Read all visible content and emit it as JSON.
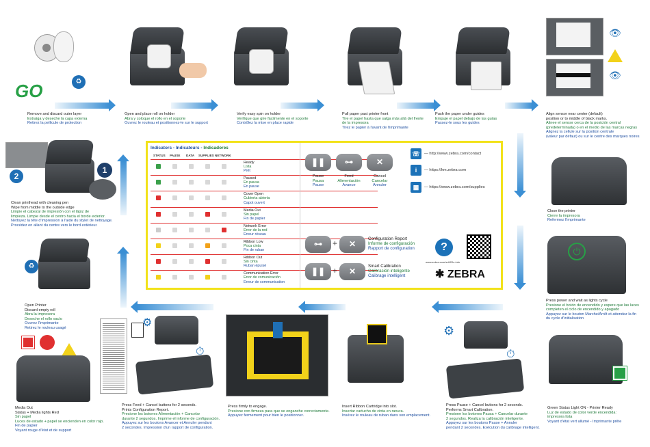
{
  "go_label": "GO",
  "steps": {
    "s1": {
      "en": "Remove and discard outer layer",
      "es": "Extraiga y deseche la capa externa",
      "fr": "Retirez la pellicule de protection"
    },
    "s2": {
      "en": "Open and place roll on holder",
      "es": "Abra y coloque el rollo en el soporte",
      "fr": "Ouvrez le rouleau et positionnez-le sur le support"
    },
    "s3": {
      "en": "Verify easy spin on holder",
      "es": "Verifique que gire fácilmente en el soporte",
      "fr": "Contrôlez la mise en place rapide"
    },
    "s4": {
      "en": "Pull paper past printer front",
      "es": "Tire el papel hasta que salga más allá del frente",
      "es2": "de la impresora",
      "fr": "Tirez le papier à l'avant de l'imprimante"
    },
    "s5": {
      "en": "Push the paper under guides",
      "es": "Empuje el papel debajo de las guías",
      "fr": "Passez-le sous les guides"
    },
    "s6": {
      "en": "Align sensor near center (default)",
      "en2": "position or to middle of black marks.",
      "es": "Alinee el sensor cerca de la posición central",
      "es2": "(predeterminada) o en el medio de las marcas negras",
      "fr": "Alignez la cellule sur la position centrale",
      "fr2": "(valeur par défaut) ou sur le centre des marques noires"
    },
    "s7": {
      "en": "Close the printer",
      "es": "Cierre la impresora",
      "fr": "Refermez l'imprimante"
    },
    "s8": {
      "en": "Press power and wait as lights cycle",
      "es": "Presione el botón de encendido y espere que las luces",
      "es2": "completen el ciclo de encendido y apagado",
      "fr": "Appuyez sur le bouton Marche/Arrêt et attendez la fin",
      "fr2": "du cycle d'initialisation"
    },
    "s9": {
      "en": "Green Status Light ON - Printer Ready",
      "es": "Luz de estado de color verde encendida:",
      "es2": "impresora lista",
      "fr": "Voyant d'état vert allumé - Imprimante prête"
    },
    "s10": {
      "en": "Press Pause + Cancel buttons for 2 seconds.",
      "en2": "Performs Smart Calibration.",
      "es": "Presione los botones Pausa + Cancelar durante",
      "es2": "2 segundos. Realiza la calibración inteligente.",
      "fr": "Appuyez sur les boutons Pause + Annuler",
      "fr2": "pendant 2 secondes. Exécution du calibrage intelligent."
    },
    "s11": {
      "en": "Insert Ribbon Cartridge into slot.",
      "es": "Insertar cartucho de cinta en ranura.",
      "fr": "Insérez le rouleau de ruban dans son emplacement."
    },
    "s12": {
      "en": "Press firmly to engage.",
      "es": "Presione con firmeza para que se enganche correctamente.",
      "fr": "Appuyez fermement pour bien le positionner."
    },
    "s13": {
      "en": "Press Feed + Cancel buttons for 2 seconds.",
      "en2": "Prints Configuration Report.",
      "es": "Presione los botones Alimentación + Cancelar",
      "es2": "durante 2 segundos. Imprime el informe de configuración.",
      "fr": "Appuyez sur les boutons  Avancer et Annuler pendant",
      "fr2": "2 secondes. Impression d'un rapport de configuration."
    },
    "s14": {
      "en": "Media Out",
      "en2": "Status + Media lights Red",
      "es": "Sin papel",
      "es2": "Luces de estado + papel se encienden en color rojo.",
      "fr": "Fin de papier",
      "fr2": "Voyant rouge d'état et de support"
    },
    "s15": {
      "en": "Open Printer",
      "en2": "Discard empty roll",
      "es": "Abra la impresora",
      "es2": "Deseche el rollo vacío",
      "fr": "Ouvrez l'imprimante",
      "fr2": "Retirez le rouleau usagé"
    },
    "s16": {
      "en": "Clean printhead with cleaning pen",
      "en2": "Wipe from middle to the outside edge",
      "es": "Limpie el cabezal de impresión con el lápiz de",
      "es2": "limpieza. Limpie desde el centro hacia el borde exterior.",
      "fr": "Nettoyez la tête d'impression à l'aide du stylet de nettoyage.",
      "fr2": "Procédez en allant du centre vers le bord extérieur."
    }
  },
  "indicators": {
    "title_en": "Indicators",
    "title_fr": "Indicateurs",
    "title_es": "Indicadores",
    "headers": [
      "STATUS",
      "PAUSE",
      "DATA",
      "SUPPLIES",
      "NETWORK"
    ],
    "rows": [
      {
        "en": "Ready",
        "es": "Lista",
        "fr": "Prêt",
        "status_color": "#3aa04a"
      },
      {
        "en": "Paused",
        "es": "En pausa",
        "fr": "En pause",
        "status_color": "#3aa04a"
      },
      {
        "en": "Cover Open",
        "es": "Cubierta abierta",
        "fr": "Capot ouvert",
        "status_color": "#e03030"
      },
      {
        "en": "Media Out",
        "es": "Sin papel",
        "fr": "Fin de papier",
        "status_color": "#e03030"
      },
      {
        "en": "Network Error",
        "es": "Error de la red",
        "fr": "Erreur réseau",
        "status_color": "#cccccc"
      },
      {
        "en": "Ribbon Low",
        "es": "Poca cinta",
        "fr": "Fin de ruban",
        "status_color": "#f2d21a"
      },
      {
        "en": "Ribbon Out",
        "es": "Sin cinta",
        "fr": "Ruban épuisé",
        "status_color": "#e03030"
      },
      {
        "en": "Communication Error",
        "es": "Error de comunicación",
        "fr": "Erreur de communication",
        "status_color": "#f2d21a"
      }
    ]
  },
  "buttons": {
    "pause": {
      "en": "Pause",
      "es": "Pausa",
      "fr": "Pause"
    },
    "feed": {
      "en": "Feed",
      "es": "Alimentación",
      "fr": "Avance"
    },
    "cancel": {
      "en": "Cancel",
      "es": "Cancelar",
      "fr": "Annuler"
    }
  },
  "combos": {
    "config": {
      "en": "Configuration Report",
      "es": "Informe de configuración",
      "fr": "Rapport de configuration"
    },
    "calib": {
      "en": "Smart Calibration",
      "es": "Calibración inteligente",
      "fr": "Calibrage intelligent"
    }
  },
  "links": [
    "http://www.zebra.com/contact",
    "https://km.zebra.com",
    "https://www.zebra.com/supplies"
  ],
  "small_url": "www.zebra.com/zd420c-info",
  "brand": "ZEBRA",
  "colors": {
    "blue_arrow": "#3b8fd4",
    "go_green": "#27a046",
    "panel_border": "#f2e21a"
  },
  "plus": "+"
}
